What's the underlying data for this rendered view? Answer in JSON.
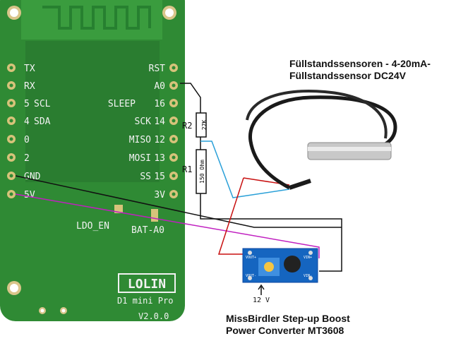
{
  "board": {
    "name": "LOLIN",
    "model": "D1 mini Pro",
    "version": "V2.0.0",
    "left_pins": [
      "TX",
      "RX",
      "5",
      "SCL",
      "4",
      "SDA",
      "0",
      "2",
      "GND",
      "5V"
    ],
    "right_pins": [
      "RST",
      "A0",
      "16",
      "SLEEP",
      "SCK",
      "14",
      "MISO",
      "12",
      "MOSI",
      "13",
      "SS",
      "15",
      "3V"
    ],
    "pads": [
      "LDO_EN",
      "BAT-A0"
    ]
  },
  "resistors": {
    "r2_label": "R2",
    "r2_value": "27K",
    "r1_label": "R1",
    "r1_value": "150 Ohm"
  },
  "sensor": {
    "title_line1": "Füllstandssensoren - 4-20mA-",
    "title_line2": "Füllstandssensor DC24V"
  },
  "converter": {
    "label_line1": "MissBirdler Step-up Boost",
    "label_line2": "Power Converter MT3608",
    "input_voltage": "12 V",
    "pin_vout_plus": "VOUT+",
    "pin_vout_minus": "VOUT-",
    "pin_vin_plus": "VIN+",
    "pin_vin_minus": "VIN-"
  },
  "colors": {
    "pcb": "#2f8a34",
    "silk": "#f2f2f2",
    "wire_red": "#c81010",
    "wire_magenta": "#c020c0",
    "wire_blue": "#2aa0d8",
    "converter_pcb": "#1565c0"
  }
}
